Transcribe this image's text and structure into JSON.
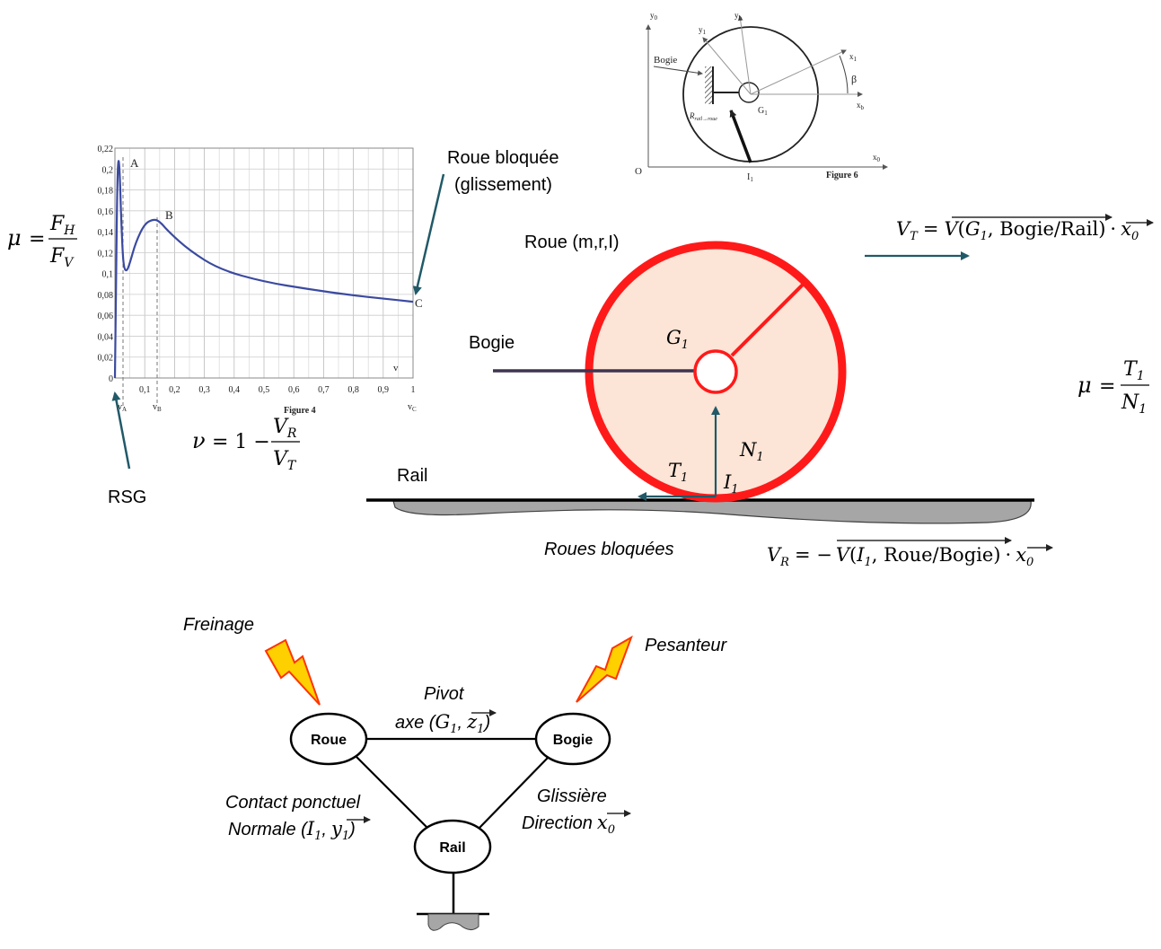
{
  "colors": {
    "wheel_stroke": "#ff1a1a",
    "wheel_fill": "#fce4d6",
    "arrow": "#215968",
    "curve": "#3b4aa0",
    "bogie_bar": "#3d3551",
    "ground": "#a6a6a6",
    "lightning_fill": "#ffd000",
    "lightning_stroke": "#ff3300"
  },
  "chart": {
    "y_ticks": [
      "0,22",
      "0,2",
      "0,18",
      "0,16",
      "0,14",
      "0,12",
      "0,1",
      "0,08",
      "0,06",
      "0,04",
      "0,02",
      "0"
    ],
    "x_ticks": [
      "0,1",
      "0,2",
      "0,3",
      "0,4",
      "0,5",
      "0,6",
      "0,7",
      "0,8",
      "0,9",
      "1"
    ],
    "x_axis_letter": "v",
    "point_a": "A",
    "point_b": "B",
    "point_c": "C",
    "sub_va": "v",
    "sub_va_idx": "A",
    "sub_vb": "v",
    "sub_vb_idx": "B",
    "sub_vc": "v",
    "sub_vc_idx": "C",
    "caption": "Figure 4"
  },
  "chart_data": {
    "type": "line",
    "x": [
      0.0,
      0.004,
      0.008,
      0.012,
      0.016,
      0.02,
      0.025,
      0.03,
      0.04,
      0.05,
      0.07,
      0.1,
      0.13,
      0.15,
      0.18,
      0.25,
      0.35,
      0.5,
      0.65,
      0.8,
      0.9,
      1.0
    ],
    "y": [
      0.0,
      0.1,
      0.19,
      0.212,
      0.198,
      0.16,
      0.125,
      0.105,
      0.102,
      0.11,
      0.13,
      0.148,
      0.152,
      0.15,
      0.14,
      0.122,
      0.104,
      0.092,
      0.085,
      0.079,
      0.076,
      0.073
    ],
    "xlim": [
      0,
      1
    ],
    "ylim": [
      0,
      0.22
    ]
  },
  "eq_mu_fv": {
    "mu": "μ",
    "eq": "=",
    "num": "F",
    "num_sub": "H",
    "den": "F",
    "den_sub": "V"
  },
  "eq_nu": {
    "nu": "ν",
    "eq": "= 1 −",
    "num": "V",
    "num_sub": "R",
    "den": "V",
    "den_sub": "T"
  },
  "label_roue_bloquee_1": "Roue bloquée",
  "label_roue_bloquee_2": "(glissement)",
  "label_rsg": "RSG",
  "fig6": {
    "y0": "y",
    "y0_idx": "0",
    "yb": "y",
    "yb_idx": "b",
    "y1": "y",
    "y1_idx": "1",
    "x1": "x",
    "x1_idx": "1",
    "xb": "x",
    "xb_idx": "b",
    "x0": "x",
    "x0_idx": "0",
    "bogie": "Bogie",
    "beta": "β",
    "g1": "G",
    "g1_idx": "1",
    "o": "O",
    "i1": "I",
    "i1_idx": "1",
    "r_label": "R",
    "r_idx": "rail→roue",
    "caption": "Figure 6"
  },
  "eq_vt": {
    "lhs": "V",
    "lhs_sub": "T",
    "eq": "=",
    "v": "V",
    "open": "(",
    "g": "G",
    "g_sub": "1",
    "rest": ", Bogie/Rail)",
    "dot": "·",
    "x": "x",
    "x_sub": "0"
  },
  "label_roue_mrl": "Roue (m,r,I)",
  "label_bogie": "Bogie",
  "label_g1": {
    "g": "G",
    "sub": "1"
  },
  "label_n1": {
    "n": "N",
    "sub": "1"
  },
  "label_t1": {
    "t": "T",
    "sub": "1"
  },
  "label_i1": {
    "i": "I",
    "sub": "1"
  },
  "label_rail": "Rail",
  "label_roues_bloquees": "Roues bloquées",
  "eq_mu_tn": {
    "mu": "μ",
    "eq": "=",
    "num": "T",
    "num_sub": "1",
    "den": "N",
    "den_sub": "1"
  },
  "eq_vr": {
    "lhs": "V",
    "lhs_sub": "R",
    "eq": "= −",
    "v": "V",
    "open": "(",
    "i": "I",
    "i_sub": "1",
    "rest": ", Roue/Bogie)",
    "dot": "·",
    "x": "x",
    "x_sub": "0"
  },
  "graph": {
    "freinage": "Freinage",
    "pesanteur": "Pesanteur",
    "node_roue": "Roue",
    "node_bogie": "Bogie",
    "node_rail": "Rail",
    "pivot_1": "Pivot",
    "pivot_2a": "axe (",
    "pivot_g": "G",
    "pivot_g_sub": "1",
    "pivot_comma": ",",
    "pivot_z": "z",
    "pivot_z_sub": "1",
    "pivot_close": ")",
    "contact_1": "Contact ponctuel",
    "contact_2a": "Normale (",
    "contact_i": "I",
    "contact_i_sub": "1",
    "contact_comma": ",",
    "contact_y": "y",
    "contact_y_sub": "1",
    "contact_close": ")",
    "glissiere_1": "Glissière",
    "glissiere_2a": "Direction",
    "glissiere_x": "x",
    "glissiere_x_sub": "0"
  }
}
